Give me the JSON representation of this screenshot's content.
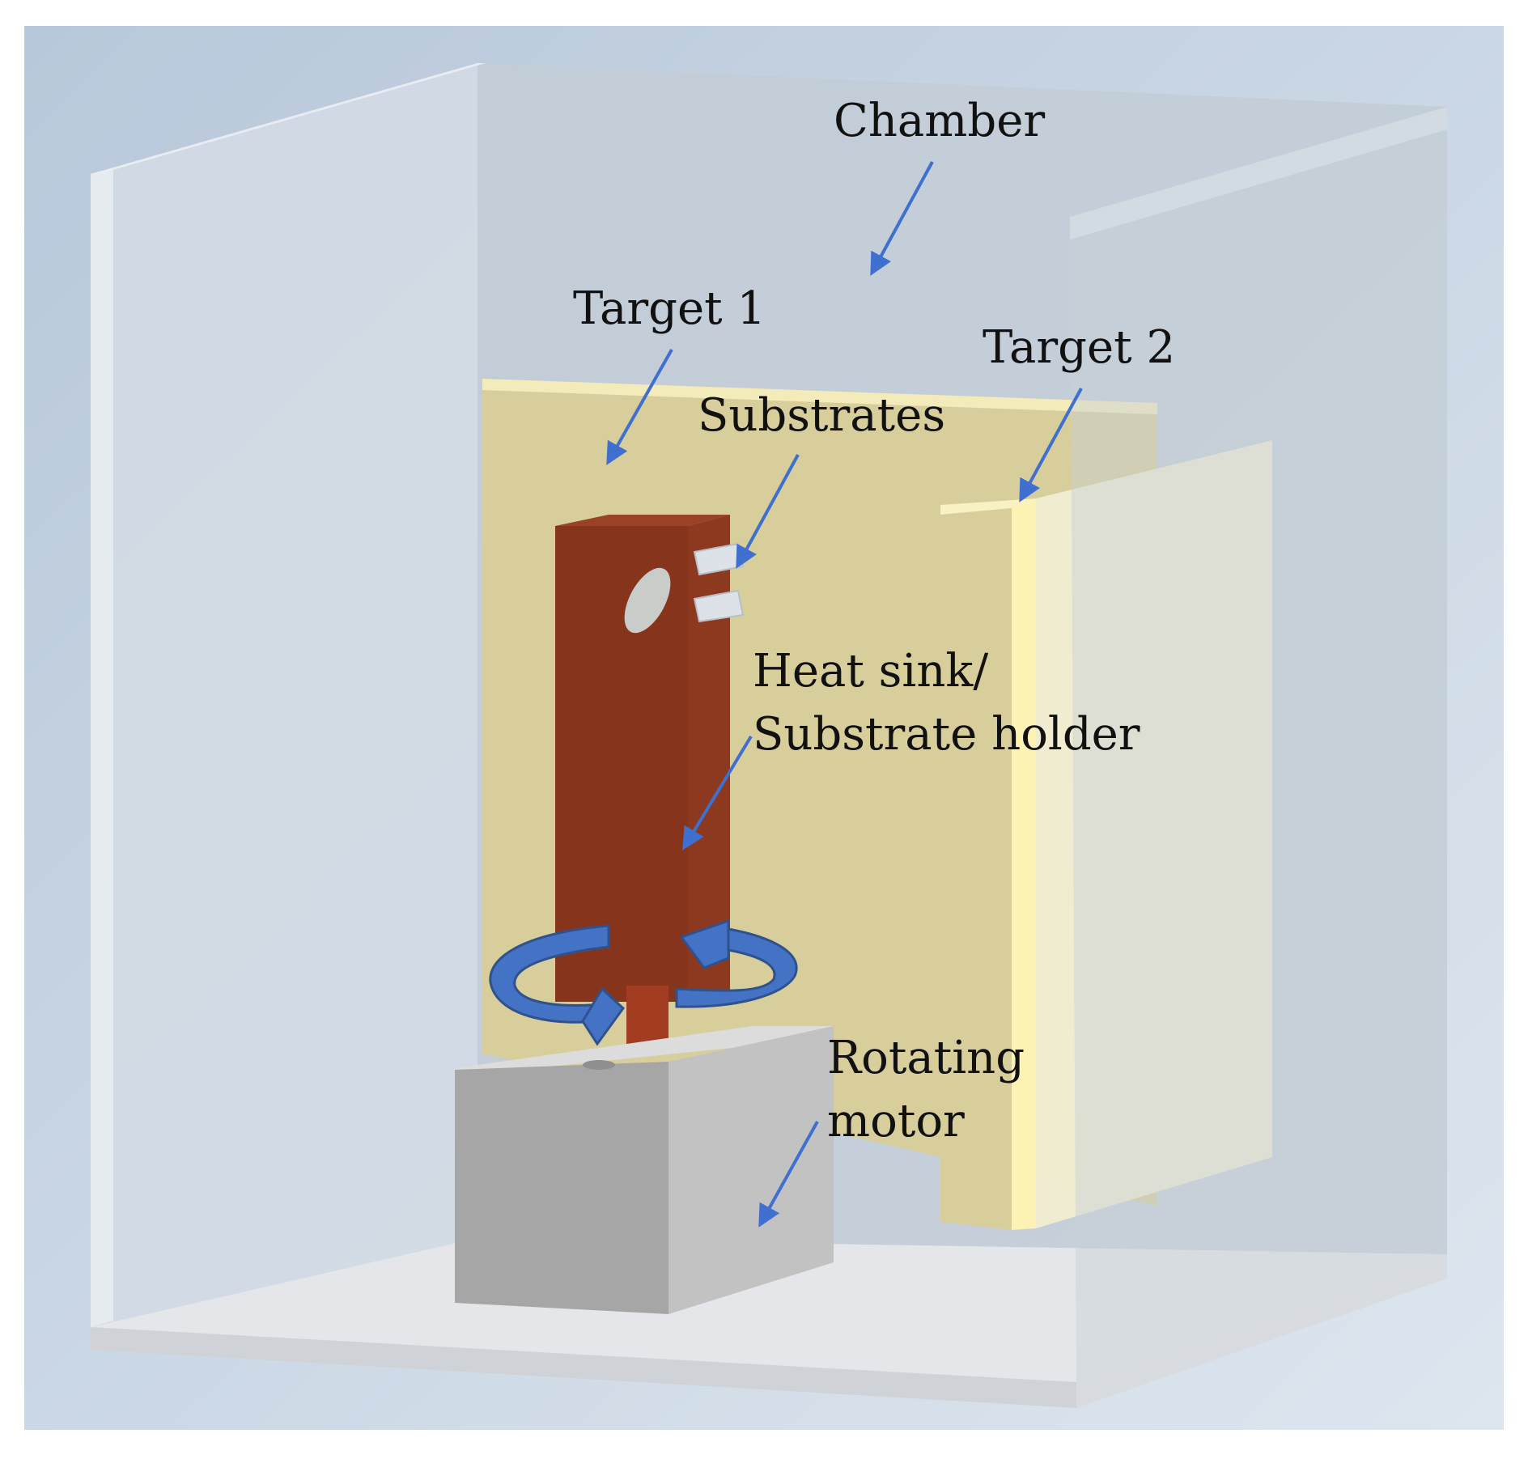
{
  "labels": {
    "chamber": "Chamber",
    "target1": "Target 1",
    "target2": "Target 2",
    "substrates": "Substrates",
    "heat_sink_line1": "Heat sink/",
    "heat_sink_line2": "Substrate holder",
    "motor_line1": "Rotating",
    "motor_line2": "motor"
  },
  "colors": {
    "background_gradient": [
      "#b8c8da",
      "#dde6ef"
    ],
    "chamber_wall": "#c8d2dc",
    "target": "#e6dca0",
    "heat_sink": "#8a341c",
    "motor": "#a6a6a6",
    "substrate": "#dde2e8",
    "annotation_arrow": "#3f6fcf",
    "rotation_arrow": "#4472c4"
  }
}
